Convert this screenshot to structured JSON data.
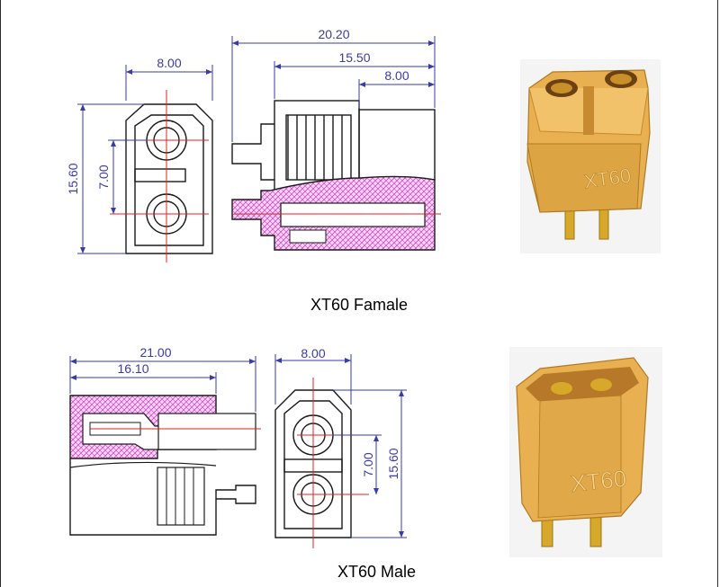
{
  "female": {
    "caption": "XT60 Famale",
    "dims": {
      "width_top": "8.00",
      "overall_length": "20.20",
      "mid_length": "15.50",
      "end_length": "8.00",
      "pin_spacing": "7.00",
      "height": "15.60"
    }
  },
  "male": {
    "caption": "XT60 Male",
    "dims": {
      "overall_length": "21.00",
      "body_length": "16.10",
      "width_top": "8.00",
      "pin_spacing": "7.00",
      "height": "15.60"
    }
  },
  "photos": {
    "female_marking": "XT60",
    "male_marking": "XT60"
  },
  "colors": {
    "outline": "#1a1a1a",
    "dimension": "#3a3aa8",
    "hatch": "#e060d8",
    "centerline": "#e02020",
    "connector_body": "#e8b050"
  }
}
